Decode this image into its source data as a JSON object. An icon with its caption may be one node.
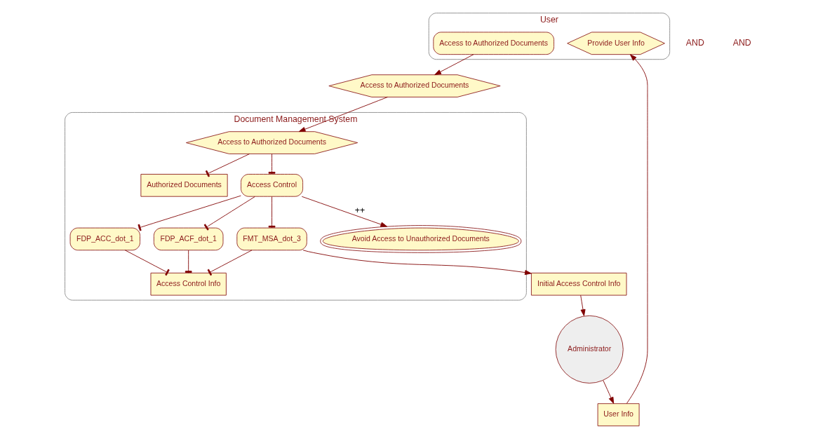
{
  "diagram": {
    "nodes": [
      {
        "text": [
          "User"
        ]
      },
      {
        "text": [
          "Access to Authorized Documents"
        ],
        "in": 0
      },
      {
        "text": [
          "Provide User Info"
        ],
        "in": 0
      },
      {
        "text": [
          "Access to Authorized Documents"
        ]
      },
      {
        "text": [
          "Document Management System"
        ]
      },
      {
        "text": [
          "Access to Authorized Documents"
        ],
        "in": 4
      },
      {
        "text": [
          "Avoid Access to Unauthorized Documents"
        ],
        "in": 4
      },
      {
        "text": [
          "Access Control"
        ],
        "in": 4
      },
      {
        "text": [
          "Authorized Documents"
        ],
        "in": 4
      },
      {
        "text": [
          "FMT_MSA_dot_3"
        ],
        "in": 4
      },
      {
        "text": [
          "FDP_ACF_dot_1"
        ],
        "in": 4
      },
      {
        "text": [
          "FDP_ACC_dot_1"
        ],
        "in": 4
      },
      {
        "text": [
          "Access Control Info"
        ],
        "in": 4
      },
      {
        "text": [
          "User Info"
        ]
      },
      {
        "text": [
          "Administrator"
        ]
      },
      {
        "text": [
          "Initial Access Control Info"
        ]
      }
    ],
    "edges": [
      {
        "from": 1,
        "to": 3,
        "arrow": "to"
      },
      {
        "from": 3,
        "to": 5,
        "arrow": "to"
      },
      {
        "from": 5,
        "to": 7,
        "arrow": "other"
      },
      {
        "from": 5,
        "to": 8,
        "arrow": "other"
      },
      {
        "from": 7,
        "to": 6,
        "arrow": "to",
        "label": "++"
      },
      {
        "from": 7,
        "to": 9,
        "arrow": "other"
      },
      {
        "from": 7,
        "to": 10,
        "arrow": "other"
      },
      {
        "from": 7,
        "to": 11,
        "arrow": "other"
      },
      {
        "from": 9,
        "to": 12,
        "arrow": "other"
      },
      {
        "from": 10,
        "to": 12,
        "arrow": "other"
      },
      {
        "from": 11,
        "to": 12,
        "arrow": "other"
      },
      {
        "from": 14,
        "to": 13,
        "arrow": "to"
      },
      {
        "from": 13,
        "to": 2,
        "arrow": "to"
      },
      {
        "from": 9,
        "to": 15,
        "arrow": "to"
      },
      {
        "from": 15,
        "to": 14,
        "arrow": "to"
      }
    ],
    "labels": [
      "AND",
      "AND"
    ]
  }
}
